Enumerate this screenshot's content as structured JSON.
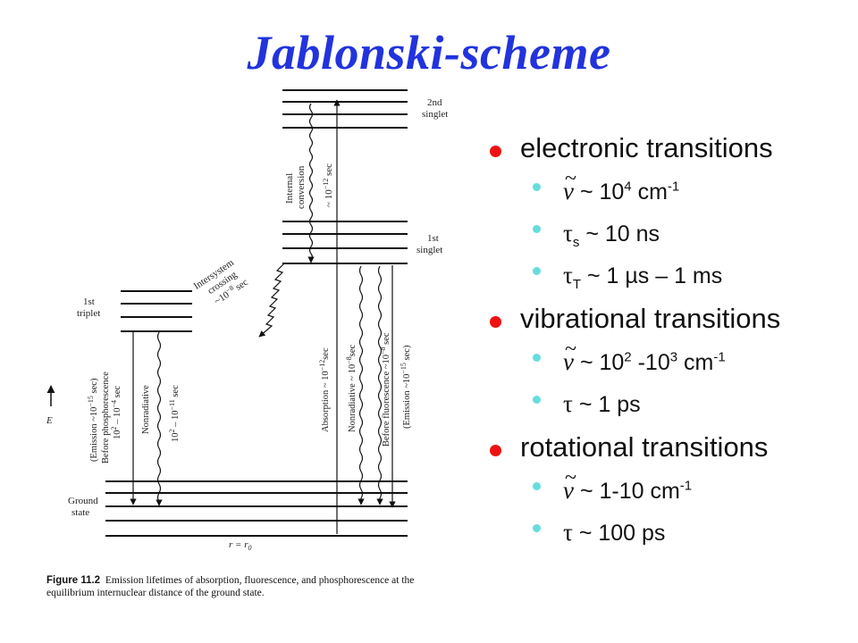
{
  "title": "Jablonski-scheme",
  "figure": {
    "state_labels": {
      "s2_line1": "2nd",
      "s2_line2": "singlet",
      "s1_line1": "1st",
      "s1_line2": "singlet",
      "t1_line1": "1st",
      "t1_line2": "triplet",
      "g_line1": "Ground",
      "g_line2": "state"
    },
    "energy_axis_label": "E",
    "bottom_axis_label": "r = r",
    "bottom_axis_subscript": "0",
    "intersystem": {
      "line1": "Intersystem",
      "line2": "crossing",
      "line3": "~10",
      "exp": "−8",
      "unit": " sec"
    },
    "internal_conversion": {
      "line1": "Internal",
      "line2": "conversion",
      "time": "~ 10",
      "exp": "−12",
      "unit": " sec"
    },
    "transitions": {
      "phos_line1": "(Emission ~10",
      "phos_line1_exp": "−15",
      "phos_line1_end": " sec)",
      "phos_line2": "Before phosphorescence",
      "phos_line3": "10",
      "phos_line3_exp": "2",
      "phos_line3_mid": " – 10",
      "phos_line3_exp2": "−4",
      "phos_line3_end": " sec",
      "nonrad_t_line1": "Nonradiative",
      "nonrad_t_line2": "10",
      "nonrad_t_exp": "2",
      "nonrad_t_mid": " – 10",
      "nonrad_t_exp2": "−11",
      "nonrad_t_end": " sec",
      "absorption": "Absorption ~ 10",
      "absorption_exp": "−12",
      "absorption_end": "sec",
      "nonrad_s_line1": "Nonradiative ~ 10",
      "nonrad_s_exp": "−8",
      "nonrad_s_end": "sec",
      "fluor_line1": "Before fluorescence ~10",
      "fluor_exp": "−8",
      "fluor_end": " sec",
      "fluor_line2": "(Emission ~10",
      "fluor_line2_exp": "−15",
      "fluor_line2_end": " sec)"
    },
    "caption_label": "Figure 11.2",
    "caption_text": "Emission lifetimes of absorption, fluorescence, and phosphorescence at the equilibrium internuclear distance of the ground state."
  },
  "bullets": [
    {
      "topic": "electronic transitions",
      "items": [
        {
          "symbol": "ν",
          "tilde": "~",
          "text": "~ 10",
          "sup": "4",
          "unit": " cm",
          "unit_sup": "-1"
        },
        {
          "symbol": "τ",
          "sub": "s",
          "text": "~ 10 ns"
        },
        {
          "symbol": "τ",
          "sub": "T",
          "text": "~ 1 µs – 1 ms"
        }
      ]
    },
    {
      "topic": "vibrational transitions",
      "items": [
        {
          "symbol": "ν",
          "tilde": "~",
          "text": "~ 10",
          "sup": "2",
          "text2": " -10",
          "sup2": "3",
          "unit": " cm",
          "unit_sup": "-1"
        },
        {
          "symbol": "τ",
          "text": "~ 1 ps"
        }
      ]
    },
    {
      "topic": "rotational transitions",
      "items": [
        {
          "symbol": "ν",
          "tilde": "~",
          "text": "~ 1-10 cm",
          "unit_sup": "-1"
        },
        {
          "symbol": "τ",
          "text": "~ 100 ps"
        }
      ]
    }
  ],
  "colors": {
    "title": "#2233dd",
    "topic_bullet": "#ee1111",
    "sub_bullet": "#66dddd",
    "diagram_lines": "#111111"
  }
}
